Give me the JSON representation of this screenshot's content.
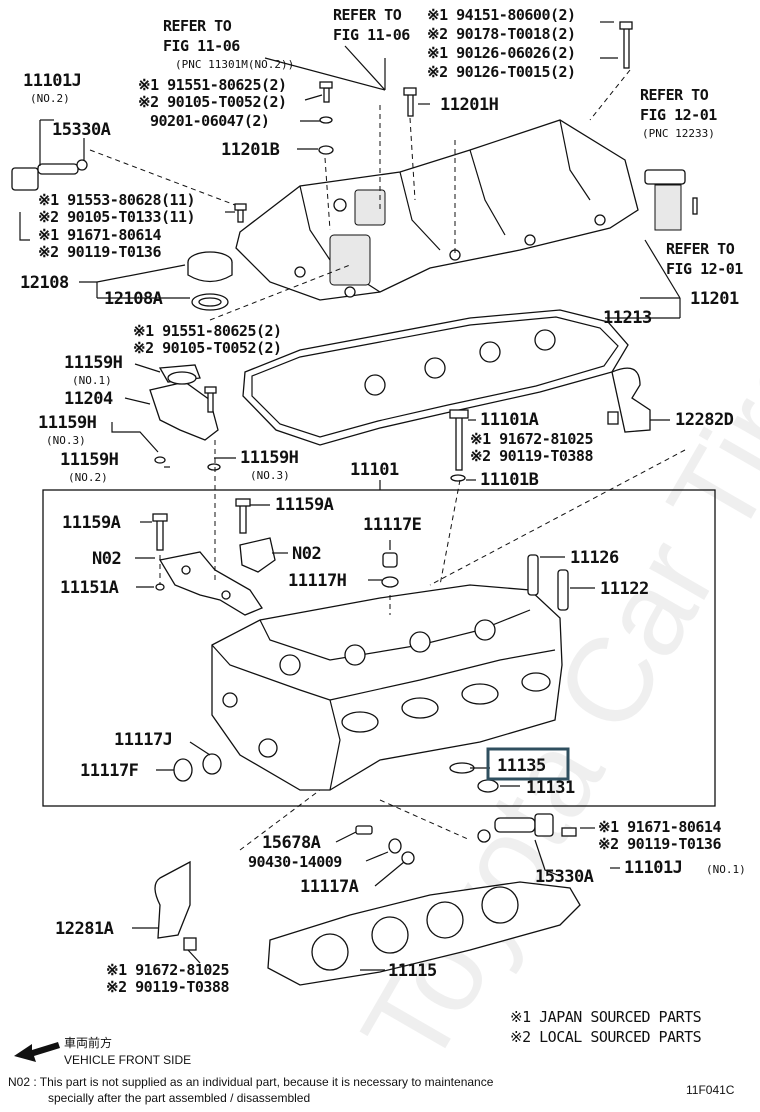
{
  "labels": {
    "refer_11_06_a": [
      "REFER TO",
      "FIG 11-06",
      "(PNC 11301M(NO.2))"
    ],
    "refer_11_06_b": [
      "REFER TO",
      "FIG 11-06"
    ],
    "top_bolts": [
      "※1 94151-80600(2)",
      "※2 90178-T0018(2)",
      "※1 90126-06026(2)",
      "※2 90126-T0015(2)"
    ],
    "refer_12_01_a": [
      "REFER TO",
      "FIG 12-01",
      "(PNC 12233)"
    ],
    "refer_12_01_b": [
      "REFER TO",
      "FIG 12-01"
    ],
    "p11101J_top": "11101J",
    "no2_a": "(NO.2)",
    "p15330A_top": "15330A",
    "bolts_a": [
      "※1 91551-80625(2)",
      "※2 90105-T0052(2)"
    ],
    "p90201": "90201-06047(2)",
    "p11201B": "11201B",
    "p11201H": "11201H",
    "bolts_b": [
      "※1 91553-80628(11)",
      "※2 90105-T0133(11)",
      "※1 91671-80614",
      "※2 90119-T0136"
    ],
    "p12108": "12108",
    "p12108A": "12108A",
    "p11201": "11201",
    "p11213": "11213",
    "bolts_c": [
      "※1 91551-80625(2)",
      "※2 90105-T0052(2)"
    ],
    "p11159H_1": "11159H",
    "no1_a": "(NO.1)",
    "p11204": "11204",
    "p11159H_3": "11159H",
    "no3_a": "(NO.3)",
    "p11159H_2": "11159H",
    "no2_b": "(NO.2)",
    "p11159H_3b": "11159H",
    "no3_b": "(NO.3)",
    "p11101A": "11101A",
    "bolts_d": [
      "※1 91672-81025",
      "※2 90119-T0388"
    ],
    "p11101B": "11101B",
    "p12282D": "12282D",
    "p11101": "11101",
    "p11159A_l": "11159A",
    "p11159A_r": "11159A",
    "n02_l": "N02",
    "n02_r": "N02",
    "p11151A": "11151A",
    "p11117E": "11117E",
    "p11117H": "11117H",
    "p11126": "11126",
    "p11122": "11122",
    "p11117J": "11117J",
    "p11117F": "11117F",
    "p11135": "11135",
    "p11131": "11131",
    "p15678A": "15678A",
    "p90430": "90430-14009",
    "p11117A": "11117A",
    "bolts_e": [
      "※1 91671-80614",
      "※2 90119-T0136"
    ],
    "p15330A_bot": "15330A",
    "p11101J_bot": "11101J",
    "no1_b": "(NO.1)",
    "p12281A": "12281A",
    "bolts_f": [
      "※1 91672-81025",
      "※2 90119-T0388"
    ],
    "p11115": "11115",
    "legend": [
      "※1 JAPAN SOURCED PARTS",
      "※2 LOCAL SOURCED PARTS"
    ],
    "vehicle_front_jp": "車両前方",
    "vehicle_front": "VEHICLE FRONT SIDE",
    "note": [
      "N02 : This part is not supplied as an individual part, because it is necessary to maintenance",
      "specially after the part assembled / disassembled"
    ],
    "fig_id": "11F041C",
    "watermark": "Toyota Car Tire"
  },
  "highlight_color": "#2f4f5f"
}
